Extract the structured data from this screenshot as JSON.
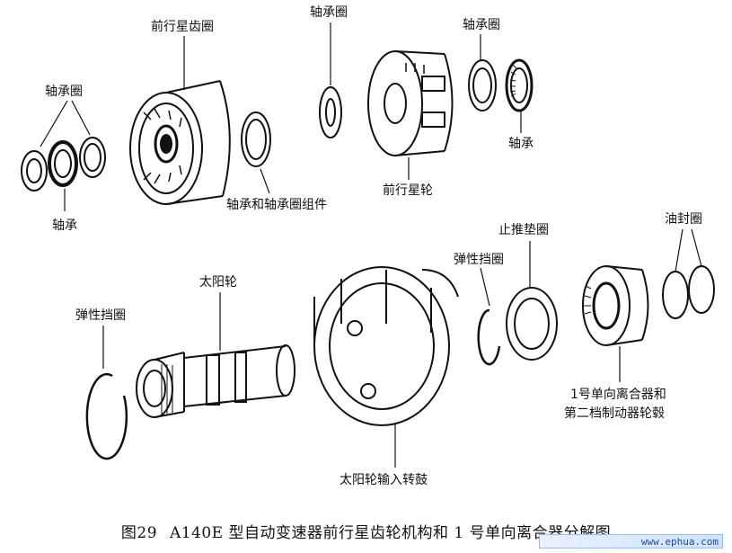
{
  "labels": {
    "forward_ring_gear": "前行星齿圈",
    "bearing_race_left": "轴承圈",
    "bearing_left": "轴承",
    "bearing_race_top": "轴承圈",
    "bearing_race_top_right": "轴承圈",
    "bearing_right": "轴承",
    "bearing_and_race_assembly": "轴承和轴承圈组件",
    "forward_planet_carrier": "前行星轮",
    "sun_gear": "太阳轮",
    "snap_ring_left": "弹性挡圈",
    "snap_ring_right": "弹性挡圈",
    "thrust_washer": "止推垫圈",
    "oil_seal_rings": "油封圈",
    "one_way_clutch_line1": "1号单向离合器和",
    "one_way_clutch_line2": "第二档制动器轮毂",
    "sun_gear_input_drum": "太阳轮输入转鼓"
  },
  "caption": {
    "figure_number": "图29",
    "title": "A140E 型自动变速器前行星齿轮机构和 1 号单向离合器分解图"
  },
  "watermark": "www.ephua.com"
}
